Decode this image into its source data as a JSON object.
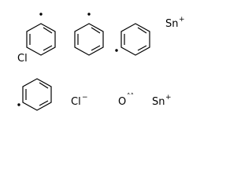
{
  "molecule": {
    "atoms": [
      {
        "id": "sn1",
        "symbol": "Sn",
        "charge": "+"
      },
      {
        "id": "cl1",
        "symbol": "Cl",
        "charge": ""
      },
      {
        "id": "cl2",
        "symbol": "Cl",
        "charge": "−"
      },
      {
        "id": "o1",
        "symbol": "O",
        "charge": "˄˄"
      },
      {
        "id": "sn2",
        "symbol": "Sn",
        "charge": "+"
      }
    ],
    "rings": [
      {
        "id": "ring1",
        "type": "phenyl-radical"
      },
      {
        "id": "ring2",
        "type": "phenyl-radical"
      },
      {
        "id": "ring3",
        "type": "phenyl-radical"
      },
      {
        "id": "ring4",
        "type": "phenyl-radical"
      }
    ]
  }
}
